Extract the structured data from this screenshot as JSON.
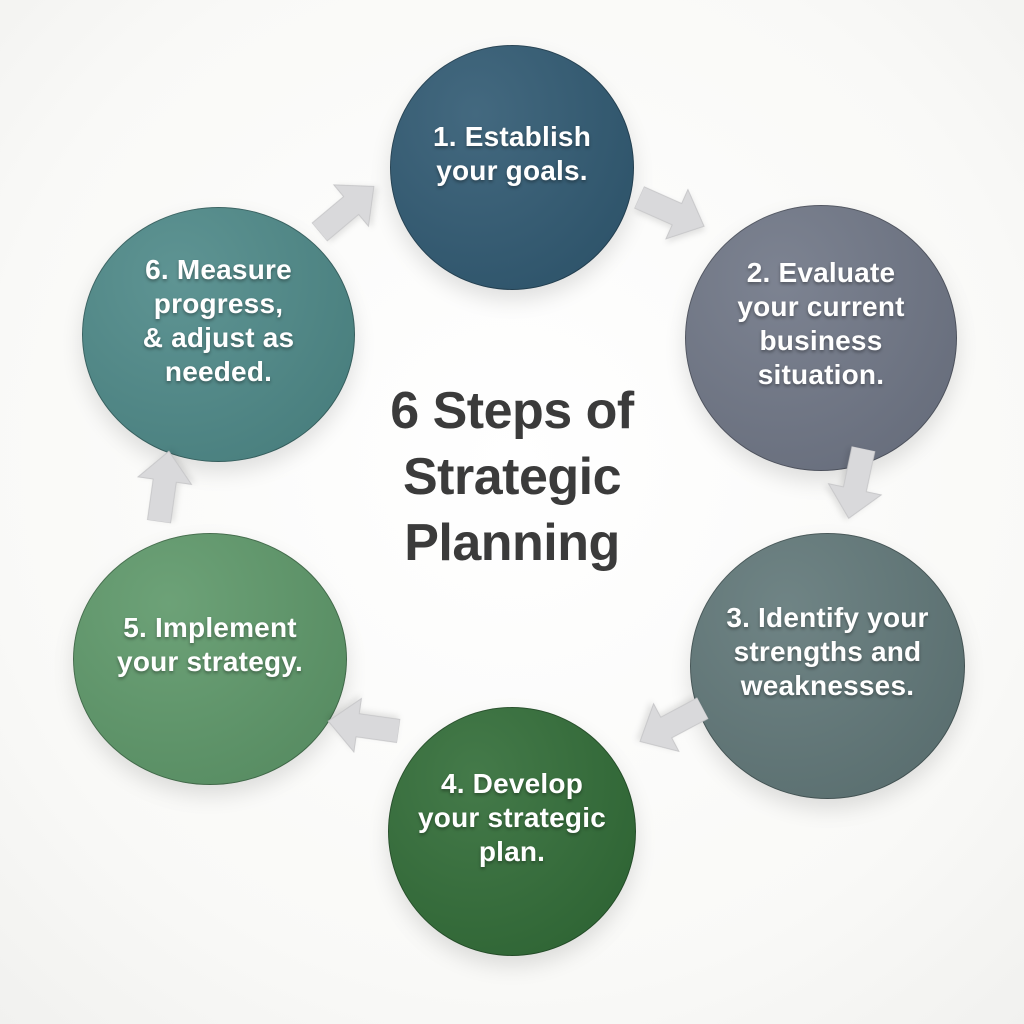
{
  "diagram": {
    "title": "6 Steps of\nStrategic\nPlanning",
    "title_color": "#3b3b3b"
  },
  "steps": [
    {
      "number": "1",
      "label": "1. Establish\nyour goals.",
      "color": "#2e5871"
    },
    {
      "number": "2",
      "label": "2. Evaluate\nyour current\nbusiness\nsituation.",
      "color": "#6e7585"
    },
    {
      "number": "3",
      "label": "3. Identify your\nstrengths and\nweaknesses.",
      "color": "#5f7677"
    },
    {
      "number": "4",
      "label": "4. Develop\nyour strategic\nplan.",
      "color": "#2f6b35"
    },
    {
      "number": "5",
      "label": "5. Implement\nyour strategy.",
      "color": "#5c9768"
    },
    {
      "number": "6",
      "label": "6. Measure\nprogress,\n& adjust as\nneeded.",
      "color": "#4c8887"
    }
  ],
  "arrows": [
    {
      "from": "6",
      "to": "1"
    },
    {
      "from": "1",
      "to": "2"
    },
    {
      "from": "2",
      "to": "3"
    },
    {
      "from": "3",
      "to": "4"
    },
    {
      "from": "4",
      "to": "5"
    },
    {
      "from": "5",
      "to": "6"
    }
  ],
  "colors": {
    "background": "#f9f9f7",
    "arrow_fill": "#d9d9db",
    "arrow_stroke": "#c6c6c8",
    "step_text": "#ffffff"
  }
}
